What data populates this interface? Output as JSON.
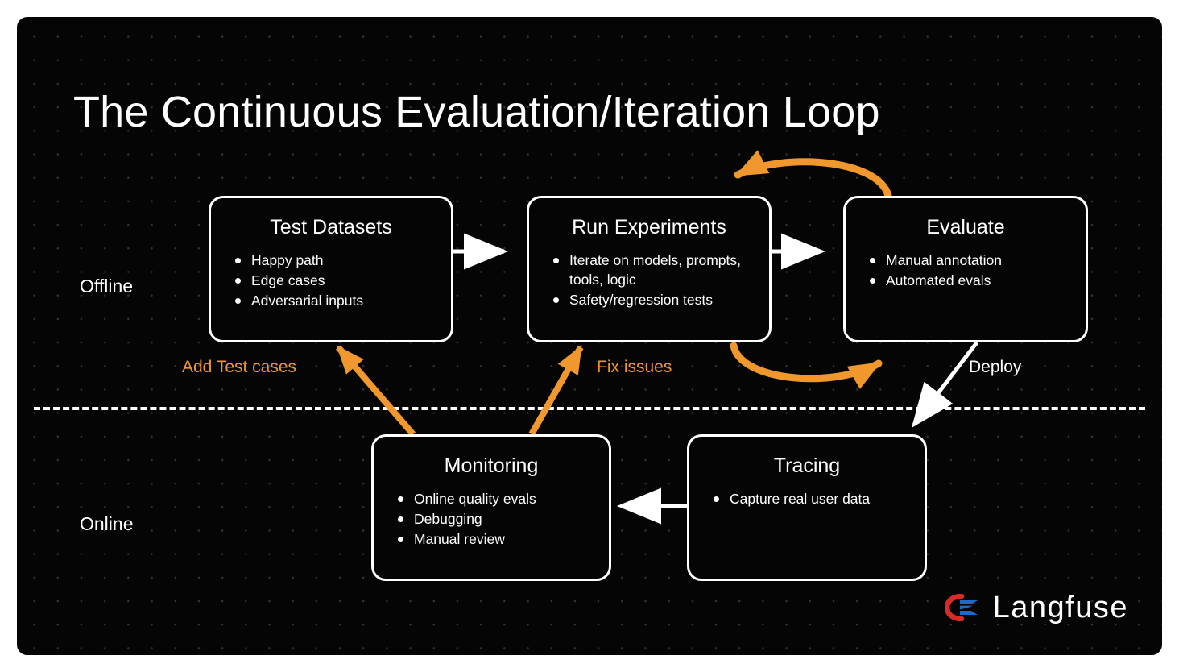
{
  "page": {
    "title": "The Continuous Evaluation/Iteration Loop",
    "background_color": "#050505",
    "frame_color": "#ffffff",
    "accent_color": "#f0982d",
    "text_color": "#ffffff"
  },
  "lanes": [
    {
      "id": "offline",
      "label": "Offline"
    },
    {
      "id": "online",
      "label": "Online"
    }
  ],
  "nodes": [
    {
      "id": "test-datasets",
      "title": "Test Datasets",
      "items": [
        "Happy path",
        "Edge cases",
        "Adversarial inputs"
      ]
    },
    {
      "id": "run-experiments",
      "title": "Run Experiments",
      "items": [
        "Iterate on models, prompts, tools, logic",
        "Safety/regression tests"
      ]
    },
    {
      "id": "evaluate",
      "title": "Evaluate",
      "items": [
        "Manual annotation",
        "Automated evals"
      ]
    },
    {
      "id": "monitoring",
      "title": "Monitoring",
      "items": [
        "Online quality evals",
        "Debugging",
        "Manual review"
      ]
    },
    {
      "id": "tracing",
      "title": "Tracing",
      "items": [
        "Capture real user data"
      ]
    }
  ],
  "edges": [
    {
      "id": "datasets-to-experiments",
      "from": "test-datasets",
      "to": "run-experiments",
      "label": "",
      "color": "#ffffff"
    },
    {
      "id": "experiments-to-evaluate",
      "from": "run-experiments",
      "to": "evaluate",
      "label": "",
      "color": "#ffffff"
    },
    {
      "id": "evaluate-to-experiments",
      "from": "evaluate",
      "to": "run-experiments",
      "label": "",
      "color": "#f0982d"
    },
    {
      "id": "experiments-to-evaluate-loop",
      "from": "run-experiments",
      "to": "evaluate",
      "label": "",
      "color": "#f0982d"
    },
    {
      "id": "evaluate-to-tracing",
      "from": "evaluate",
      "to": "tracing",
      "label": "Deploy",
      "color": "#ffffff"
    },
    {
      "id": "tracing-to-monitoring",
      "from": "tracing",
      "to": "monitoring",
      "label": "",
      "color": "#ffffff"
    },
    {
      "id": "monitoring-to-datasets",
      "from": "monitoring",
      "to": "test-datasets",
      "label": "Add Test cases",
      "color": "#f0982d"
    },
    {
      "id": "monitoring-to-experiments",
      "from": "monitoring",
      "to": "run-experiments",
      "label": "Fix issues",
      "color": "#f0982d"
    }
  ],
  "edge_labels": {
    "add_test_cases": "Add Test cases",
    "fix_issues": "Fix issues",
    "deploy": "Deploy"
  },
  "brand": {
    "name": "Langfuse",
    "mark_colors": {
      "red": "#d92a27",
      "blue": "#1b6ac9"
    }
  }
}
